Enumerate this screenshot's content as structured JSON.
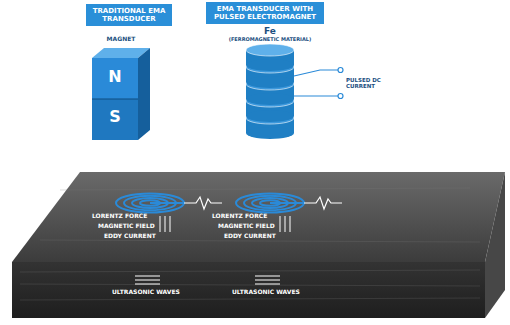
{
  "diagram": {
    "nodes": [
      {
        "text": [
          "TRADITIONAL EMA TRANSDUCER"
        ]
      },
      {
        "text": [
          "EMA TRANSDUCER WITH PULSED ELECTROMAGNET"
        ]
      },
      {
        "text": [
          "MAGNET",
          "N",
          "S"
        ]
      },
      {
        "text": [
          "Fe",
          "(FERROMAGNETIC MATERIAL)"
        ]
      }
    ],
    "labels": [
      "PULSED DC CURRENT",
      "LORENTZ FORCE",
      "MAGNETIC FIELD",
      "EDDY CURRENT",
      "LORENTZ FORCE",
      "MAGNETIC FIELD",
      "EDDY CURRENT",
      "ULTRASONIC WAVES",
      "ULTRASONIC WAVES"
    ]
  }
}
